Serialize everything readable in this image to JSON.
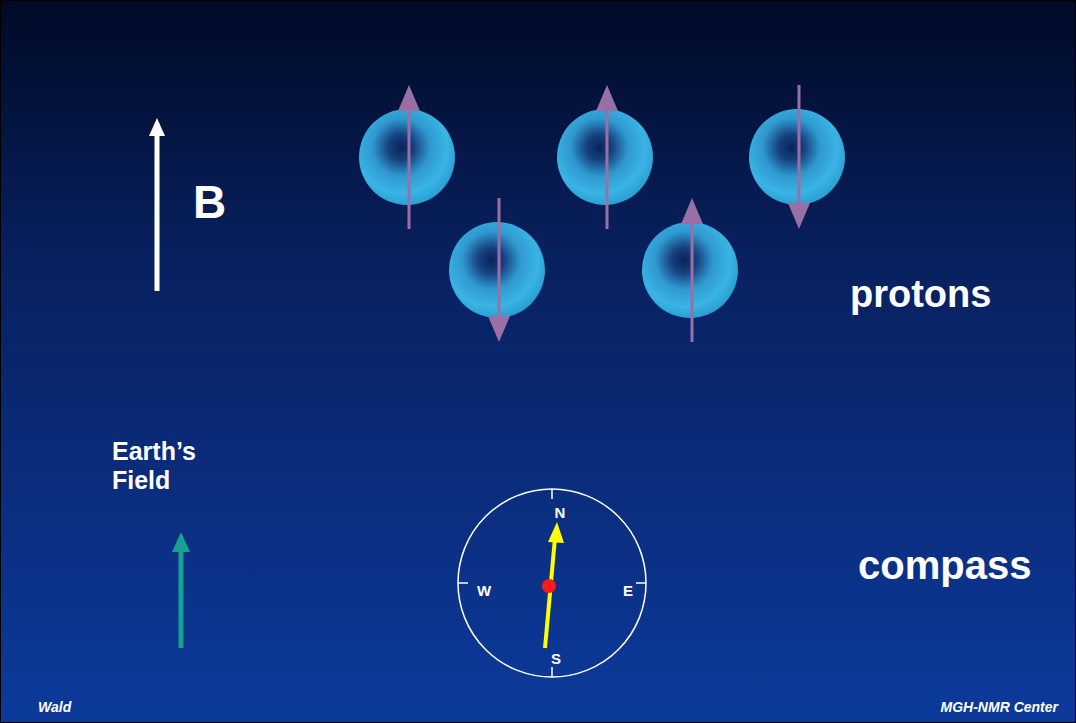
{
  "diagram": {
    "nodes": [
      {
        "text": [
          "N",
          "W",
          "E",
          "S"
        ]
      }
    ],
    "labels": [
      "B",
      "protons",
      "Earth’s Field",
      "compass",
      "Wald",
      "MGH-NMR Center"
    ]
  }
}
